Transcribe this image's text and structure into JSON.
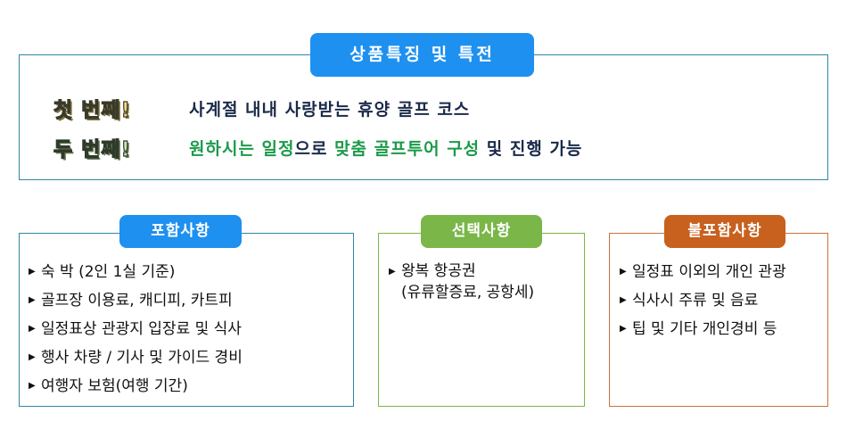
{
  "header": {
    "title": "상품특징 및 특전"
  },
  "features": [
    {
      "ordinal": "첫 번째!",
      "text_parts": [
        {
          "text": "사계절 내내 사랑받는 휴양 골프 코스",
          "color": "dark"
        }
      ]
    },
    {
      "ordinal": "두 번째!",
      "text_parts": [
        {
          "text": "원하시는 일정",
          "color": "green"
        },
        {
          "text": "으로 ",
          "color": "dark"
        },
        {
          "text": "맞춤 골프투어 구성",
          "color": "green"
        },
        {
          "text": " 및 진행 가능",
          "color": "dark"
        }
      ]
    }
  ],
  "included": {
    "title": "포함사항",
    "items": [
      "숙 박 (2인 1실 기준)",
      "골프장 이용료, 캐디피, 카트피",
      "일정표상 관광지 입장료 및 식사",
      "행사 차량 / 기사 및 가이드 경비",
      "여행자 보험(여행 기간)"
    ]
  },
  "optional": {
    "title": "선택사항",
    "item_line1": "왕복 항공권",
    "item_line2": "(유류할증료, 공항세)"
  },
  "excluded": {
    "title": "불포함사항",
    "items": [
      "일정표 이외의 개인 관광",
      "식사시 주류 및 음료",
      "팁 및 기타 개인경비 등"
    ]
  },
  "colors": {
    "blue": "#1e90f0",
    "green": "#7ab648",
    "orange": "#c8601e",
    "border_blue": "#2e86a8",
    "text_green": "#1c9a4a"
  }
}
